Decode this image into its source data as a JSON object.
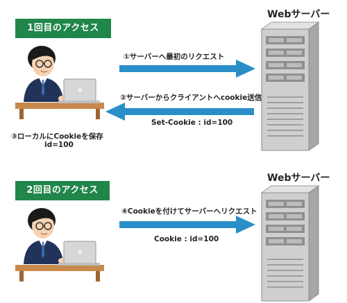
{
  "first": {
    "label": "1回目のアクセス",
    "server_title": "Webサーバー",
    "request_text": "①サーバーへ最初のリクエスト",
    "response_text": "②サーバーからクライアントへcookie送信",
    "set_cookie": "Set-Cookie : id=100",
    "local_save": "③ローカルにCookieを保存",
    "local_id": "id=100"
  },
  "second": {
    "label": "2回目のアクセス",
    "server_title": "Webサーバー",
    "request_text": "④Cookieを付けてサーバーへリクエスト",
    "cookie_text": "Cookie : id=100"
  },
  "colors": {
    "label_bg": "#21864a",
    "arrow": "#2a8fc9",
    "server_light": "#c9c9c9",
    "server_dark": "#9a9a9a",
    "desk": "#c8894c",
    "suit": "#22335a",
    "skin": "#f6d2b3"
  }
}
